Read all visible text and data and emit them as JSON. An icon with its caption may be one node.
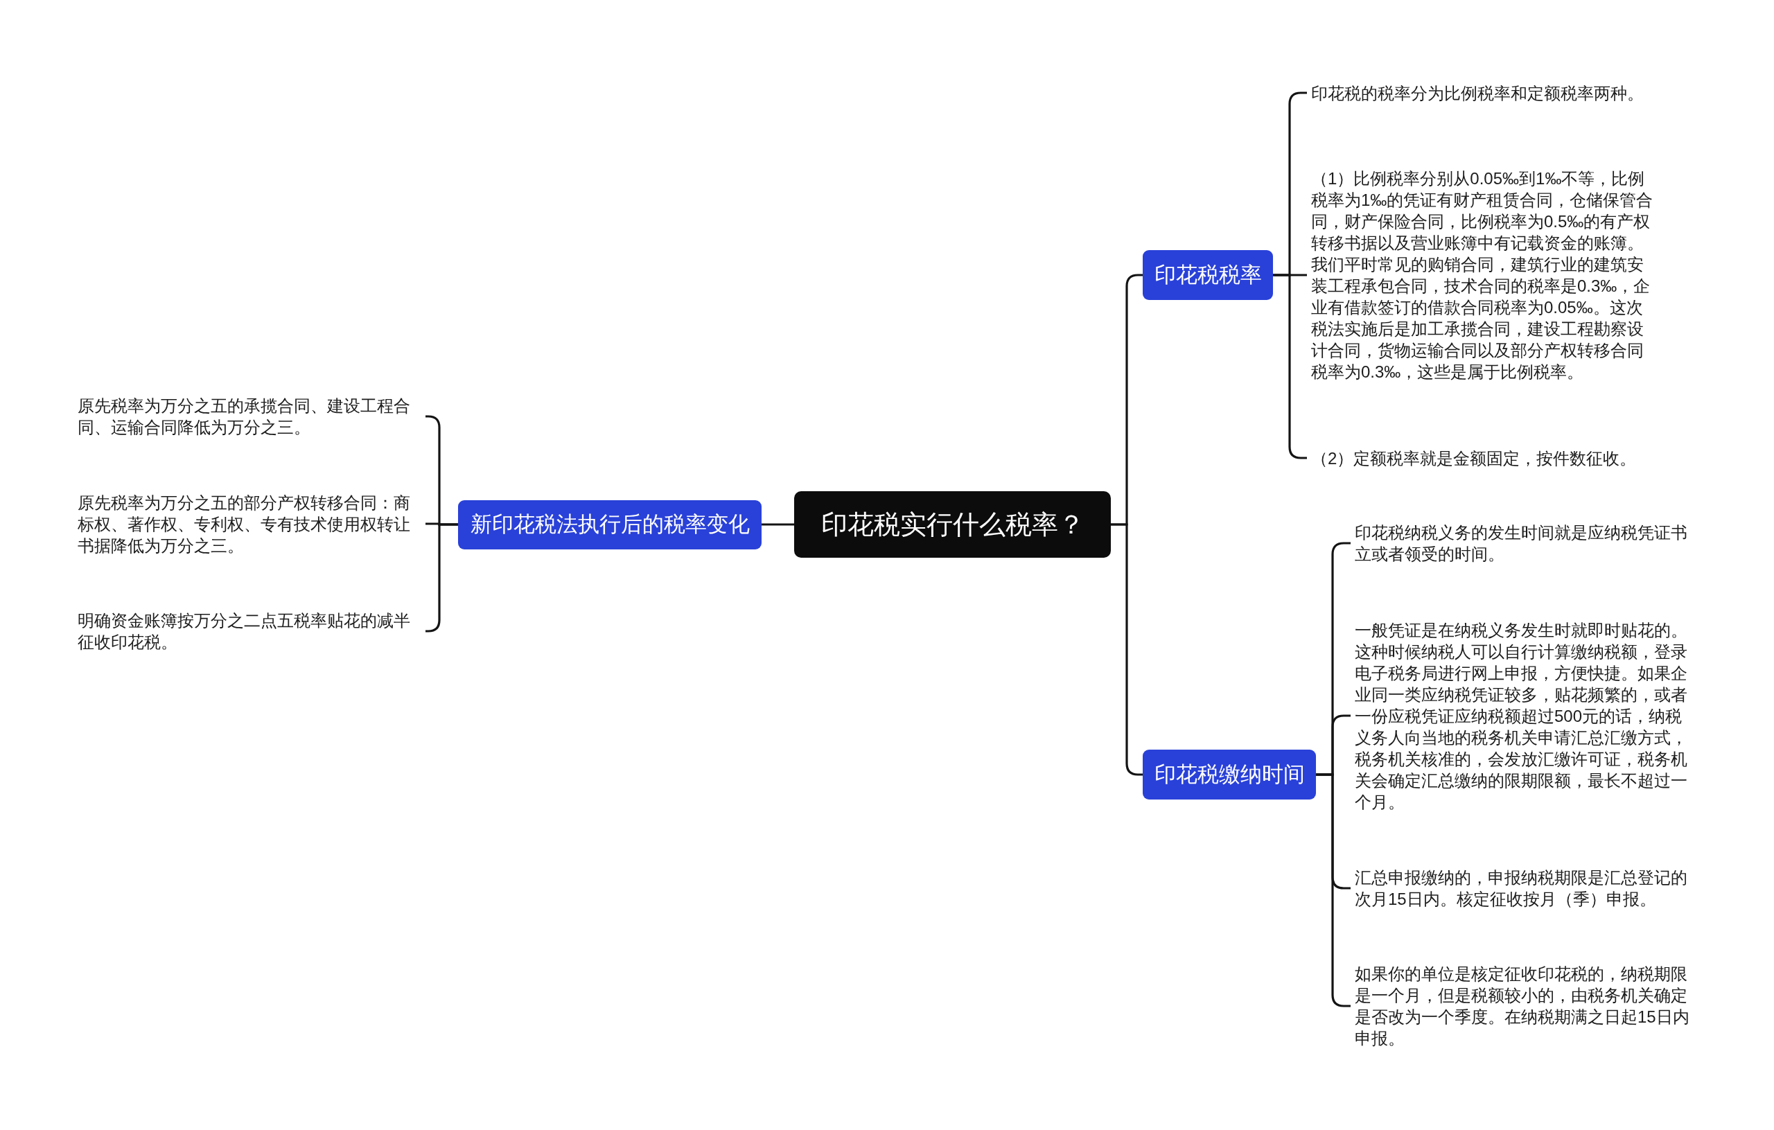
{
  "diagram": {
    "nodes": [
      {
        "text": [
          "印花税实行什么税率？"
        ]
      },
      {
        "text": [
          "新印花税法执行后的税率变化"
        ]
      },
      {
        "text": [
          "原先税率为万分之五的承揽合同、建设工程合同、运输合同降低为万分之三。"
        ]
      },
      {
        "text": [
          "原先税率为万分之五的部分产权转移合同：商标权、著作权、专利权、专有技术使用权转让书据降低为万分之三。"
        ]
      },
      {
        "text": [
          "明确资金账簿按万分之二点五税率贴花的减半征收印花税。"
        ]
      },
      {
        "text": [
          "印花税税率"
        ]
      },
      {
        "text": [
          "印花税的税率分为比例税率和定额税率两种。"
        ]
      },
      {
        "text": [
          "（1）比例税率分别从0.05‰到1‰不等，比例税率为1‰的凭证有财产租赁合同，仓储保管合同，财产保险合同，比例税率为0.5‰的有产权转移书据以及营业账簿中有记载资金的账簿。我们平时常见的购销合同，建筑行业的建筑安装工程承包合同，技术合同的税率是0.3‰，企业有借款签订的借款合同税率为0.05‰。这次税法实施后是加工承揽合同，建设工程勘察设计合同，货物运输合同以及部分产权转移合同税率为0.3‰，这些是属于比例税率。"
        ]
      },
      {
        "text": [
          "（2）定额税率就是金额固定，按件数征收。"
        ]
      },
      {
        "text": [
          "印花税缴纳时间"
        ]
      },
      {
        "text": [
          "印花税纳税义务的发生时间就是应纳税凭证书立或者领受的时间。"
        ]
      },
      {
        "text": [
          "一般凭证是在纳税义务发生时就即时贴花的。这种时候纳税人可以自行计算缴纳税额，登录电子税务局进行网上申报，方便快捷。如果企业同一类应纳税凭证较多，贴花频繁的，或者一份应税凭证应纳税额超过500元的话，纳税义务人向当地的税务机关申请汇总汇缴方式，税务机关核准的，会发放汇缴许可证，税务机关会确定汇总缴纳的限期限额，最长不超过一个月。"
        ]
      },
      {
        "text": [
          "汇总申报缴纳的，申报纳税期限是汇总登记的次月15日内。核定征收按月（季）申报。"
        ]
      },
      {
        "text": [
          "如果你的单位是核定征收印花税的，纳税期限是一个月，但是税额较小的，由税务机关确定是否改为一个季度。在纳税期满之日起15日内申报。"
        ]
      }
    ],
    "edges": [
      {
        "from": 0,
        "to": 1,
        "arrow": "none"
      },
      {
        "from": 1,
        "to": 2,
        "arrow": "none"
      },
      {
        "from": 1,
        "to": 3,
        "arrow": "none"
      },
      {
        "from": 1,
        "to": 4,
        "arrow": "none"
      },
      {
        "from": 0,
        "to": 5,
        "arrow": "none"
      },
      {
        "from": 5,
        "to": 6,
        "arrow": "none"
      },
      {
        "from": 5,
        "to": 7,
        "arrow": "none"
      },
      {
        "from": 5,
        "to": 8,
        "arrow": "none"
      },
      {
        "from": 0,
        "to": 9,
        "arrow": "none"
      },
      {
        "from": 9,
        "to": 10,
        "arrow": "none"
      },
      {
        "from": 9,
        "to": 11,
        "arrow": "none"
      },
      {
        "from": 9,
        "to": 12,
        "arrow": "none"
      },
      {
        "from": 9,
        "to": 13,
        "arrow": "none"
      }
    ]
  }
}
